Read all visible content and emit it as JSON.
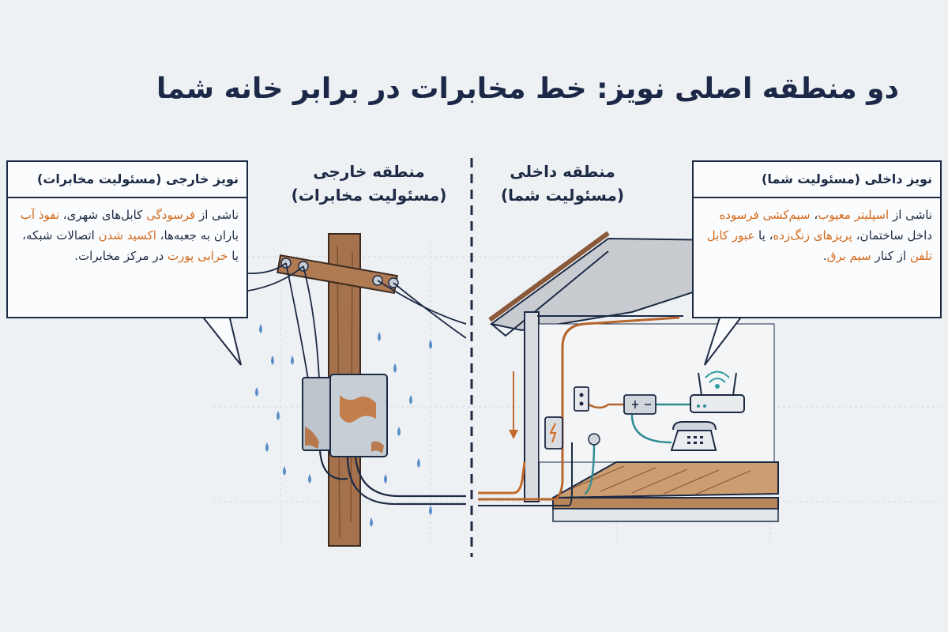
{
  "title": "دو منطقه اصلی نویز: خط مخابرات در برابر خانه شما",
  "zones": {
    "outside": {
      "line1": "منطقه خارجی",
      "line2": "(مسئولیت مخابرات)"
    },
    "inside": {
      "line1": "منطقه داخلی",
      "line2": "(مسئولیت شما)"
    }
  },
  "external_box": {
    "heading": "نویز خارجی (مسئولیت مخابرات)",
    "t1": "ناشی از ",
    "h1": "فرسودگی",
    "t2": " کابل‌های شهری، ",
    "h2": "نفوذ آب",
    "t3": " باران به جعبه‌ها، ",
    "h3": "اکسید شدن",
    "t4": " اتصالات شبکه، یا ",
    "h4": "خرابی پورت",
    "t5": " در مرکز مخابرات."
  },
  "internal_box": {
    "heading": "نویز داخلی (مسئولیت شما)",
    "t1": "ناشی از ",
    "h1": "اسپلیتر معیوب",
    "t2": "، ",
    "h2": "سیم‌کشی فرسوده",
    "t3": " داخل ساختمان، ",
    "h3": "پریزهای زنگ‌زده",
    "t4": "، یا ",
    "h4": "عبور کابل تلفن",
    "t5": " از کنار ",
    "h5": "سیم برق",
    "t6": "."
  },
  "colors": {
    "navy": "#1c2a44",
    "highlight": "#d46a1c",
    "background": "#eef1f4",
    "water": "#5b8fc9",
    "cable_teal": "#2f8c92",
    "rust": "#b5652d"
  }
}
